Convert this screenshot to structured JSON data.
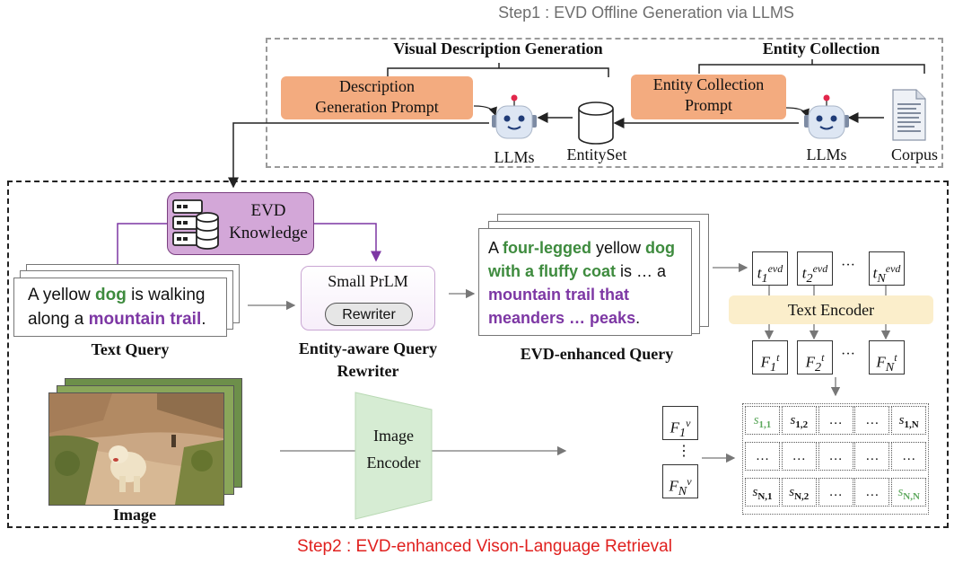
{
  "step1": {
    "title": "Step1 : EVD Offline Generation via LLMS"
  },
  "step2": {
    "title": "Step2 : EVD-enhanced Vison-Language  Retrieval"
  },
  "visual_description_generation": {
    "title": "Visual Description Generation",
    "prompt_line1": "Description",
    "prompt_line2": "Generation Prompt"
  },
  "entity_collection": {
    "title": "Entity Collection",
    "prompt_line1": "Entity Collection",
    "prompt_line2": "Prompt"
  },
  "labels": {
    "llms_left": "LLMs",
    "entityset": "EntitySet",
    "llms_right": "LLMs",
    "corpus": "Corpus"
  },
  "evd_knowledge": {
    "line1": "EVD",
    "line2": "Knowledge"
  },
  "text_query": {
    "caption": "Text Query",
    "p1": "A yellow ",
    "p2": "dog",
    "p3": " is walking",
    "p4": "along a ",
    "p5": "mountain trail",
    "p6": "."
  },
  "rewriter": {
    "model": "Small PrLM",
    "button": "Rewriter",
    "caption_line1": "Entity-aware Query",
    "caption_line2": "Rewriter"
  },
  "evd_query": {
    "caption": "EVD-enhanced Query",
    "p1": "A ",
    "p2": "four-legged",
    "p3": " yellow ",
    "p4": "dog",
    "p5": "with a fluffy coat",
    "p6": " is … a",
    "p7": "mountain trail that",
    "p8": "meanders … peaks",
    "p9": "."
  },
  "text_encoder": {
    "label": "Text Encoder"
  },
  "image_encoder": {
    "line1": "Image",
    "line2": "Encoder"
  },
  "image": {
    "caption": "Image"
  },
  "ellipsis": "···",
  "vdots": "⋮",
  "grid_rows": [
    [
      "s1,1",
      "s1,2",
      "…",
      "…",
      "s1,N"
    ],
    [
      "…",
      "…",
      "…",
      "…",
      "…"
    ],
    [
      "sN,1",
      "sN,2",
      "…",
      "…",
      "sN,N"
    ]
  ],
  "colors": {
    "orange": "#f3ab7f",
    "purple_box": "#d3a7d8",
    "green_text": "#3e8b3e",
    "purple_text": "#7d37a4",
    "step2_red": "#e0201e",
    "encoder_yellow": "#fbeecb",
    "image_encoder_green": "#d6ecd3"
  }
}
